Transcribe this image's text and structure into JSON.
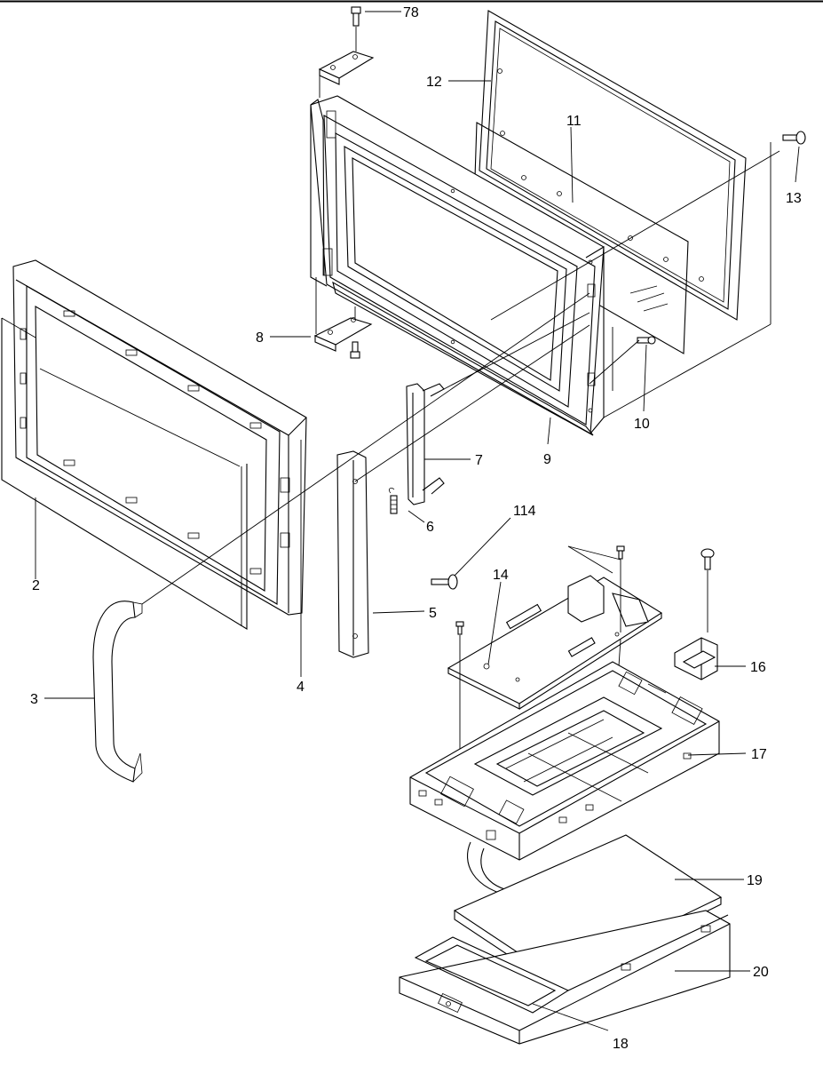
{
  "diagram": {
    "labels": {
      "p2": "2",
      "p3": "3",
      "p4": "4",
      "p5": "5",
      "p6": "6",
      "p7": "7",
      "p8": "8",
      "p9": "9",
      "p10": "10",
      "p11": "11",
      "p12": "12",
      "p13": "13",
      "p14": "14",
      "p16": "16",
      "p17": "17",
      "p18": "18",
      "p19": "19",
      "p20": "20",
      "p78": "78",
      "p114": "114"
    }
  }
}
